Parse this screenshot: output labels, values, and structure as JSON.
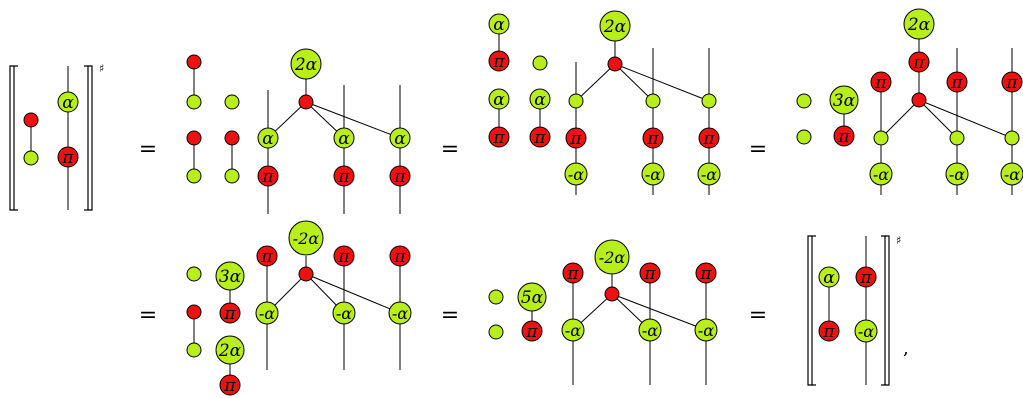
{
  "colors": {
    "green": "#b8ee1a",
    "red": "#ee1111",
    "stroke": "#000000"
  },
  "symbols": {
    "equals": "=",
    "sharp": "♯",
    "comma": ","
  },
  "labels": {
    "alpha": "α",
    "pi": "π",
    "two_alpha": "2α",
    "neg_two_alpha": "-2α",
    "neg_alpha": "-α",
    "three_alpha": "3α",
    "five_alpha": "5α"
  }
}
